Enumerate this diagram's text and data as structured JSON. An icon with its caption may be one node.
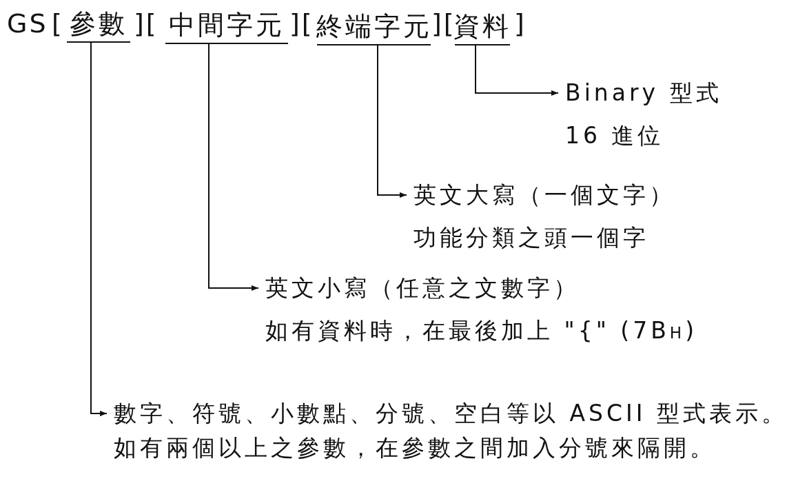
{
  "diagram": {
    "nodes": [
      {
        "text": [
          "參數"
        ]
      },
      {
        "text": [
          "中間字元"
        ]
      },
      {
        "text": [
          "終端字元"
        ]
      },
      {
        "text": [
          "資料"
        ]
      },
      {
        "text": [
          "Binary 型式",
          "16 進位"
        ]
      },
      {
        "text": [
          "英文大寫（一個文字）",
          "功能分類之頭一個字"
        ]
      },
      {
        "text": [
          "英文小寫（任意之文數字）",
          "如有資料時，在最後加上 \"{\" (7B$_{H}$)"
        ]
      },
      {
        "text": [
          "數字、符號、小數點、分號、空白等以 ASCII 型式表示。如有兩個以上之參數，在參數之間加入分號來隔開。"
        ]
      }
    ],
    "edges": [
      {
        "from": 3,
        "to": 4,
        "arrow": "to"
      },
      {
        "from": 2,
        "to": 5,
        "arrow": "to"
      },
      {
        "from": 1,
        "to": 6,
        "arrow": "to"
      },
      {
        "from": 0,
        "to": 7,
        "arrow": "to"
      }
    ],
    "labels": [
      "GS",
      "[",
      "][",
      "][",
      "][",
      "]"
    ]
  }
}
